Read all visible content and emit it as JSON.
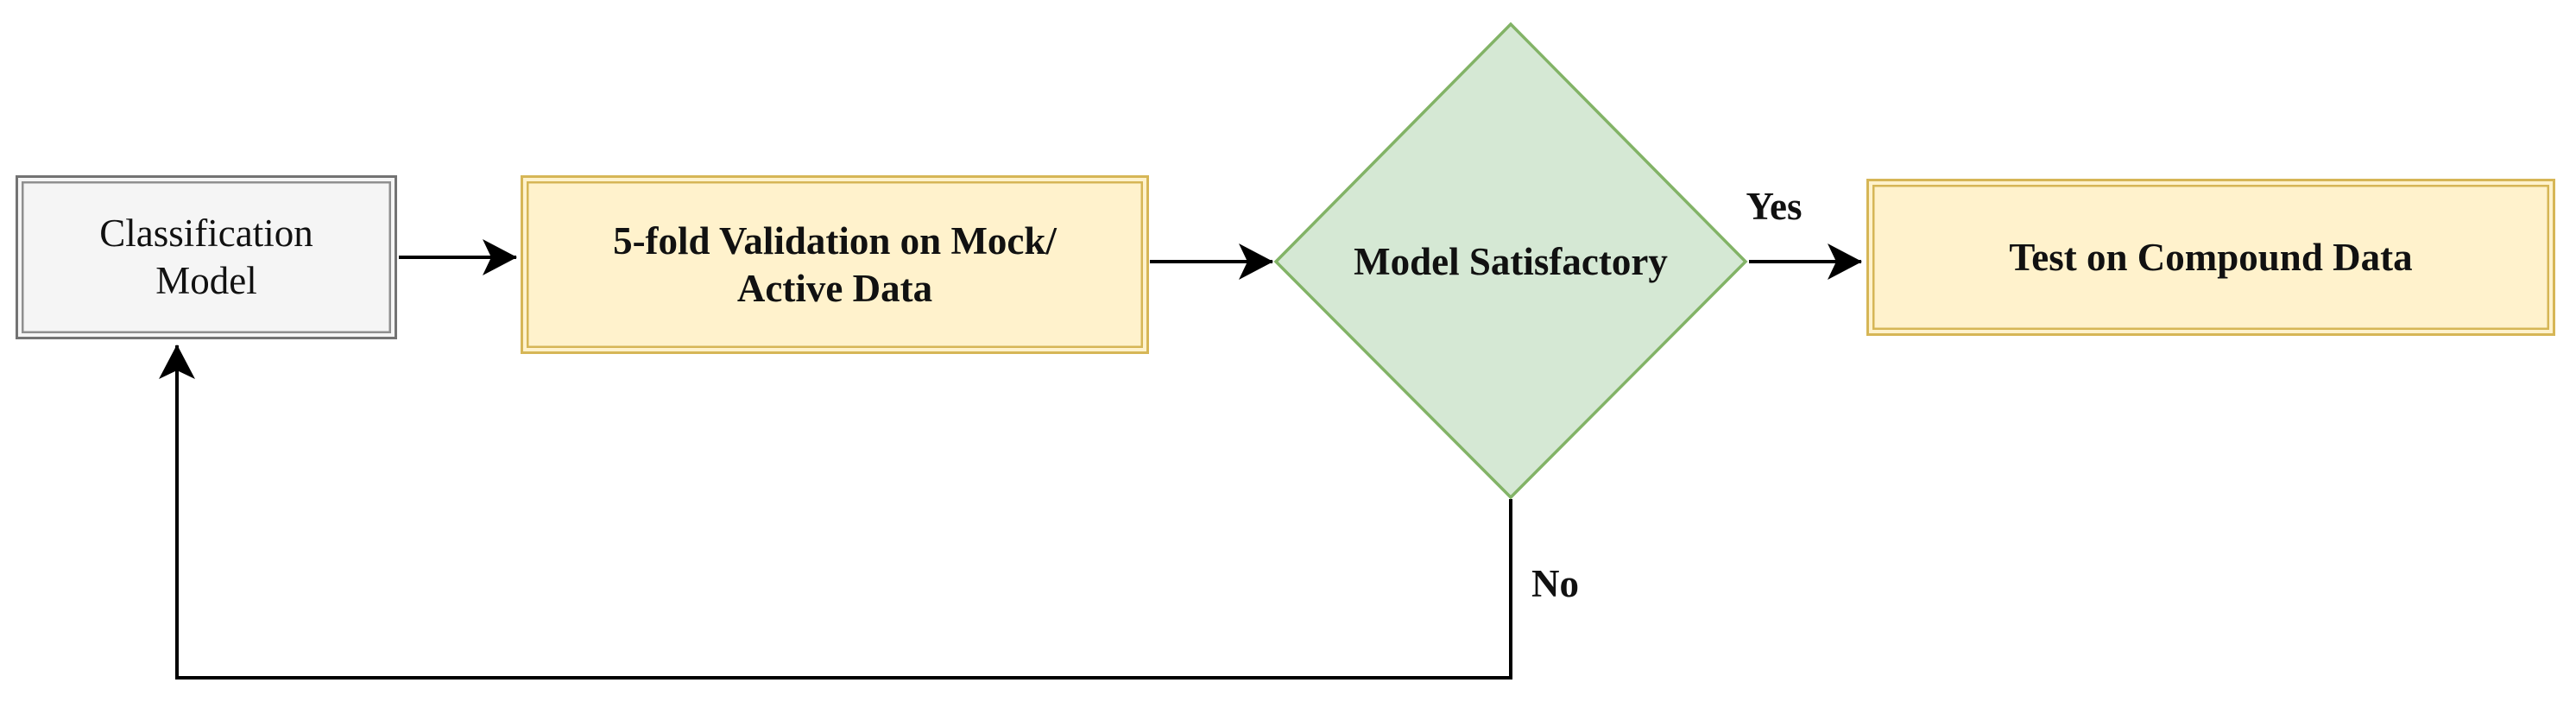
{
  "figure": {
    "type": "flowchart",
    "background": "#ffffff",
    "line_color": "#000000",
    "nodes": [
      {
        "id": "classification-model",
        "shape": "rectangle",
        "label": "Classification\nModel",
        "fill": "#f5f5f5",
        "stroke": "#737373"
      },
      {
        "id": "five-fold-validation",
        "shape": "rectangle",
        "label": "5-fold Validation on Mock/\nActive Data",
        "fill": "#fff2cc",
        "stroke": "#d6b656"
      },
      {
        "id": "model-satisfactory",
        "shape": "diamond",
        "label": "Model Satisfactory",
        "fill": "#d5e8d4",
        "stroke": "#82b366"
      },
      {
        "id": "test-on-compound-data",
        "shape": "rectangle",
        "label": "Test on Compound Data",
        "fill": "#fff2cc",
        "stroke": "#d6b656"
      }
    ],
    "edges": [
      {
        "from": "classification-model",
        "to": "five-fold-validation",
        "label": ""
      },
      {
        "from": "five-fold-validation",
        "to": "model-satisfactory",
        "label": ""
      },
      {
        "from": "model-satisfactory",
        "to": "test-on-compound-data",
        "label": "Yes"
      },
      {
        "from": "model-satisfactory",
        "to": "classification-model",
        "label": "No"
      }
    ]
  }
}
